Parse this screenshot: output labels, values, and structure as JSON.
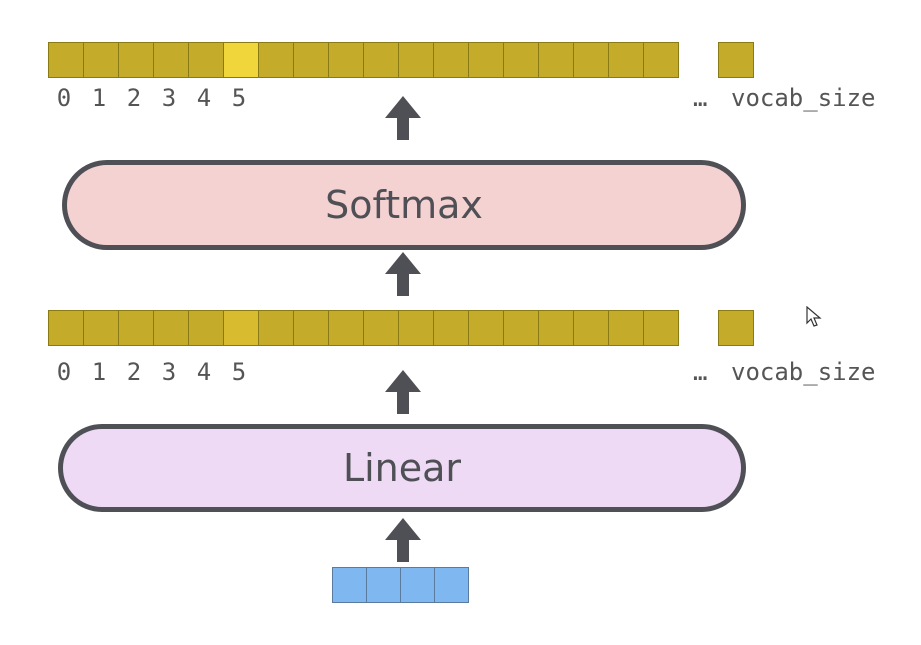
{
  "softmax": {
    "label": "Softmax",
    "fill": "#f5d2d2"
  },
  "linear": {
    "label": "Linear",
    "fill": "#eedaf5"
  },
  "top_vector": {
    "cell_count": 18,
    "highlight_index": 5,
    "highlight_color": "#f0d63a",
    "cell_color": "#c4ac2a",
    "index_labels": [
      "0",
      "1",
      "2",
      "3",
      "4",
      "5"
    ],
    "ellipsis": "…",
    "end_label": "vocab_size"
  },
  "middle_vector": {
    "cell_count": 18,
    "highlight_index": 5,
    "highlight_color": "#d8bb2e",
    "cell_color": "#c4ac2a",
    "index_labels": [
      "0",
      "1",
      "2",
      "3",
      "4",
      "5"
    ],
    "ellipsis": "…",
    "end_label": "vocab_size"
  },
  "embedding_vector": {
    "cell_count": 4,
    "cell_color": "#7fb8f0"
  },
  "arrow_color": "#4f4f56"
}
